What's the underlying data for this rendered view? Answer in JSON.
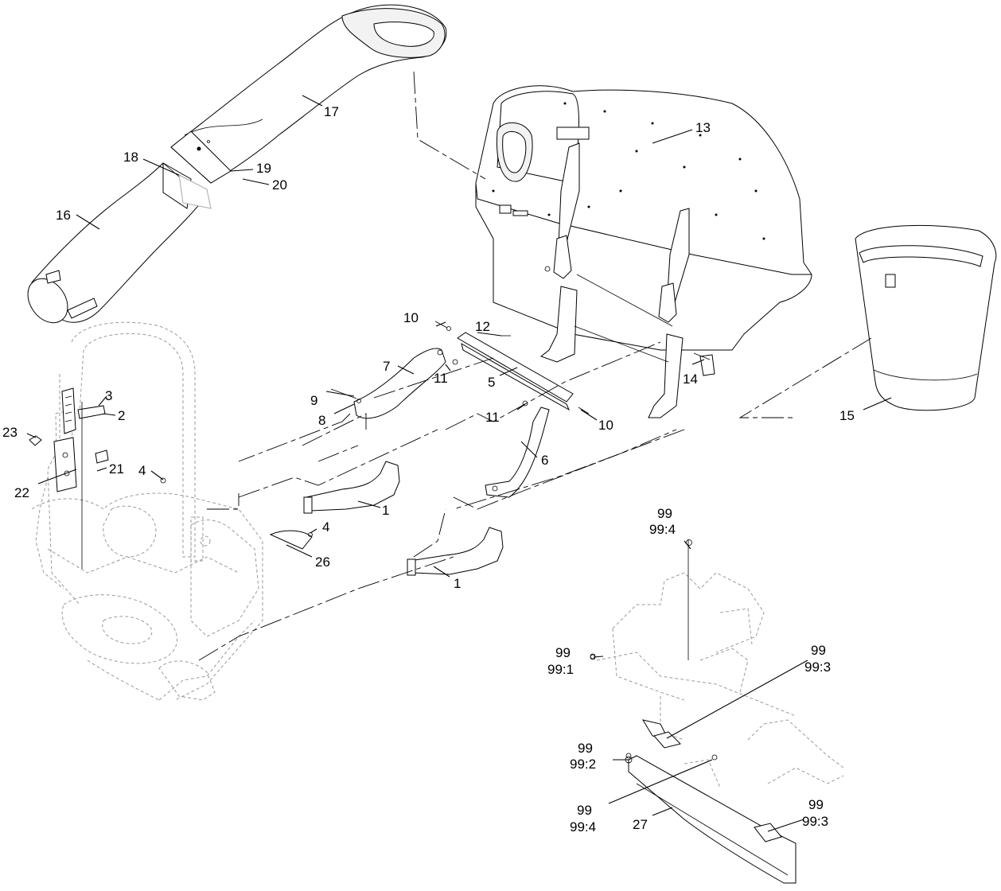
{
  "callouts": [
    {
      "id": "c1a",
      "text": "1"
    },
    {
      "id": "c1b",
      "text": "1"
    },
    {
      "id": "c2",
      "text": "2"
    },
    {
      "id": "c3",
      "text": "3"
    },
    {
      "id": "c4a",
      "text": "4"
    },
    {
      "id": "c4b",
      "text": "4"
    },
    {
      "id": "c5",
      "text": "5"
    },
    {
      "id": "c6",
      "text": "6"
    },
    {
      "id": "c7",
      "text": "7"
    },
    {
      "id": "c8",
      "text": "8"
    },
    {
      "id": "c9",
      "text": "9"
    },
    {
      "id": "c10a",
      "text": "10"
    },
    {
      "id": "c10b",
      "text": "10"
    },
    {
      "id": "c11a",
      "text": "11"
    },
    {
      "id": "c11b",
      "text": "11"
    },
    {
      "id": "c12",
      "text": "12"
    },
    {
      "id": "c13",
      "text": "13"
    },
    {
      "id": "c14",
      "text": "14"
    },
    {
      "id": "c15",
      "text": "15"
    },
    {
      "id": "c16",
      "text": "16"
    },
    {
      "id": "c17",
      "text": "17"
    },
    {
      "id": "c18",
      "text": "18"
    },
    {
      "id": "c19",
      "text": "19"
    },
    {
      "id": "c20",
      "text": "20"
    },
    {
      "id": "c21",
      "text": "21"
    },
    {
      "id": "c22",
      "text": "22"
    },
    {
      "id": "c23",
      "text": "23"
    },
    {
      "id": "c26",
      "text": "26"
    },
    {
      "id": "c27",
      "text": "27"
    },
    {
      "id": "c99a",
      "text": "99"
    },
    {
      "id": "c99a_sub",
      "text": "99:4"
    },
    {
      "id": "c99b",
      "text": "99"
    },
    {
      "id": "c99b_sub",
      "text": "99:1"
    },
    {
      "id": "c99c",
      "text": "99"
    },
    {
      "id": "c99c_sub",
      "text": "99:3"
    },
    {
      "id": "c99d",
      "text": "99"
    },
    {
      "id": "c99d_sub",
      "text": "99:2"
    },
    {
      "id": "c99e",
      "text": "99"
    },
    {
      "id": "c99e_sub",
      "text": "99:4"
    },
    {
      "id": "c99f",
      "text": "99"
    },
    {
      "id": "c99f_sub",
      "text": "99:3"
    }
  ]
}
